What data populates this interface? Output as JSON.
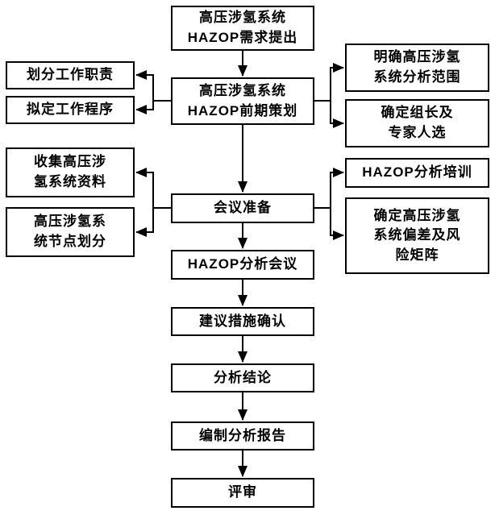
{
  "colors": {
    "line": "#000000",
    "box_border": "#000000",
    "box_bg": "#ffffff",
    "text": "#000000",
    "page_bg": "#ffffff"
  },
  "nodes": {
    "demand": {
      "label": "高压涉氢系统\nHAZOP需求提出"
    },
    "planning": {
      "label": "高压涉氢系统\nHAZOP前期策划"
    },
    "duty": {
      "label": "划分工作职责"
    },
    "procedure": {
      "label": "拟定工作程序"
    },
    "collect": {
      "label": "收集高压涉\n氢系统资料"
    },
    "node_division": {
      "label": "高压涉氢系\n统节点划分"
    },
    "scope": {
      "label": "明确高压涉氢\n系统分析范围"
    },
    "leader": {
      "label": "确定组长及\n专家人选"
    },
    "training": {
      "label": "HAZOP分析培训"
    },
    "deviation": {
      "label": "确定高压涉氢\n系统偏差及风\n险矩阵"
    },
    "meeting_prep": {
      "label": "会议准备"
    },
    "analysis_meeting": {
      "label": "HAZOP分析会议"
    },
    "measures": {
      "label": "建议措施确认"
    },
    "conclusion": {
      "label": "分析结论"
    },
    "report": {
      "label": "编制分析报告"
    },
    "review": {
      "label": "评审"
    }
  },
  "edges": [
    {
      "from": "demand",
      "to": "planning"
    },
    {
      "from": "planning",
      "to": "duty"
    },
    {
      "from": "planning",
      "to": "procedure"
    },
    {
      "from": "planning",
      "to": "scope"
    },
    {
      "from": "planning",
      "to": "leader"
    },
    {
      "from": "planning",
      "to": "meeting_prep"
    },
    {
      "from": "meeting_prep",
      "to": "collect"
    },
    {
      "from": "meeting_prep",
      "to": "node_division"
    },
    {
      "from": "meeting_prep",
      "to": "training"
    },
    {
      "from": "meeting_prep",
      "to": "deviation"
    },
    {
      "from": "meeting_prep",
      "to": "analysis_meeting"
    },
    {
      "from": "analysis_meeting",
      "to": "measures"
    },
    {
      "from": "measures",
      "to": "conclusion"
    },
    {
      "from": "conclusion",
      "to": "report"
    },
    {
      "from": "report",
      "to": "review"
    }
  ]
}
